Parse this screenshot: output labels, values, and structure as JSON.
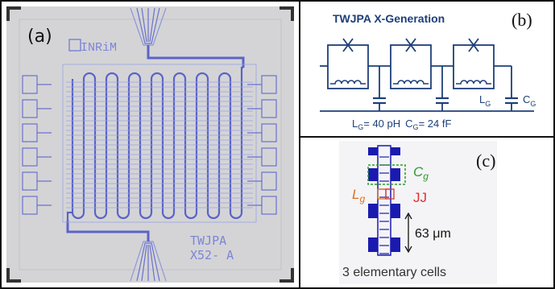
{
  "panel_a": {
    "label": "(a)",
    "logo": "INRiM",
    "chip_name_line1": "TWJPA",
    "chip_name_line2": "X52- A",
    "colors": {
      "chip_bg": "#d6d6d6",
      "metal": "#5a64c8",
      "metal_light": "#9aa2e4",
      "dark_frame": "#333333"
    }
  },
  "panel_b": {
    "label": "(b)",
    "title": "TWJPA X-Generation",
    "lg_symbol": "L",
    "lg_sub": "G",
    "cg_symbol": "C",
    "cg_sub": "G",
    "params": {
      "lg_prefix": "L",
      "lg_sub": "G",
      "lg_value": "= 40 pH",
      "cg_prefix": "C",
      "cg_sub": "G",
      "cg_value": "= 24 fF"
    },
    "colors": {
      "circuit": "#1d3f78"
    }
  },
  "panel_c": {
    "label": "(c)",
    "cg_label": "C",
    "cg_sub": "g",
    "lg_label": "L",
    "lg_sub": "g",
    "jj_label": "JJ",
    "dimension": "63 μm",
    "caption": "3 elementary cells",
    "colors": {
      "cg": "#2e9a2e",
      "lg": "#e07020",
      "jj": "#e03030",
      "cells": "#1a1ab0"
    }
  }
}
